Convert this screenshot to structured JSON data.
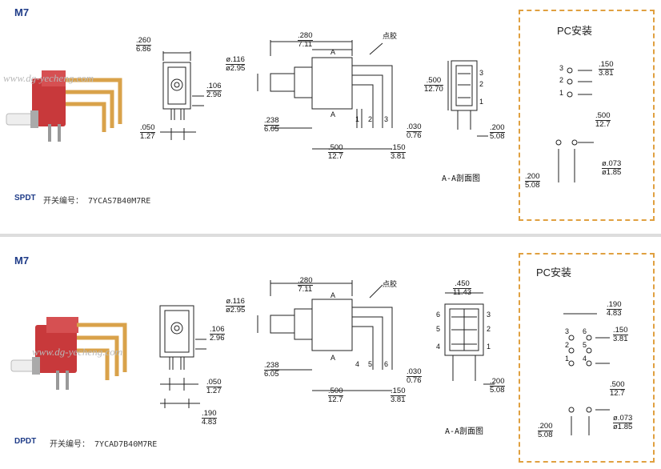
{
  "top": {
    "model": "M7",
    "pole": "SPDT",
    "part_prefix": "开关编号：",
    "part_number": "7YCAS7B40M7RE",
    "watermark": "www.dg-yecheng.com",
    "pc_title": "PC安装",
    "section_caption": "A-A剖面图",
    "glue_label": "点胶",
    "dims": {
      "width": [
        ".260",
        "6.86"
      ],
      "pin_w": [
        ".106",
        "2.96"
      ],
      "pin_sp": [
        ".050",
        "1.27"
      ],
      "body": [
        ".280",
        "7.11"
      ],
      "shaft": [
        "ø.116",
        "ø2.95"
      ],
      "bush": [
        ".238",
        "6.05"
      ],
      "pitch1": [
        ".500",
        "12.7"
      ],
      "pitch2": [
        ".150",
        "3.81"
      ],
      "pin_t": [
        ".030",
        "0.76"
      ],
      "sec_h": [
        ".500",
        "12.70"
      ],
      "sec_pin": [
        ".200",
        "5.08"
      ],
      "pc_sp": [
        ".150",
        "3.81"
      ],
      "pc_pitch": [
        ".500",
        "12.7"
      ],
      "pc_hole": [
        "ø.073",
        "ø1.85"
      ],
      "pc_off": [
        ".200",
        "5.08"
      ]
    },
    "pins_section": [
      "3",
      "2",
      "1"
    ],
    "pins_side": [
      "1",
      "2",
      "3"
    ],
    "pc_pins": [
      "3",
      "2",
      "1"
    ],
    "section_marks": [
      "A",
      "A"
    ]
  },
  "bottom": {
    "model": "M7",
    "pole": "DPDT",
    "part_prefix": "开关编号：",
    "part_number": "7YCAD7B40M7RE",
    "watermark": "www.dg-yecheng.com",
    "pc_title": "PC安装",
    "section_caption": "A-A剖面图",
    "glue_label": "点胶",
    "dims": {
      "pin_w": [
        ".106",
        "2.96"
      ],
      "pin_sp": [
        ".050",
        "1.27"
      ],
      "pin_sp2": [
        ".190",
        "4.83"
      ],
      "body": [
        ".280",
        "7.11"
      ],
      "shaft": [
        "ø.116",
        "ø2.95"
      ],
      "bush": [
        ".238",
        "6.05"
      ],
      "pitch1": [
        ".500",
        "12.7"
      ],
      "pitch2": [
        ".150",
        "3.81"
      ],
      "pin_t": [
        ".030",
        "0.76"
      ],
      "sec_w": [
        ".450",
        "11.43"
      ],
      "sec_pin": [
        ".200",
        "5.08"
      ],
      "pc_w": [
        ".190",
        "4.83"
      ],
      "pc_sp": [
        ".150",
        "3.81"
      ],
      "pc_pitch": [
        ".500",
        "12.7"
      ],
      "pc_hole": [
        "ø.073",
        "ø1.85"
      ],
      "pc_off": [
        ".200",
        "5.08"
      ]
    },
    "pins_section_l": [
      "6",
      "5",
      "4"
    ],
    "pins_section_r": [
      "3",
      "2",
      "1"
    ],
    "pins_side": [
      "4",
      "5",
      "6"
    ],
    "pc_pins_l": [
      "3",
      "2",
      "1"
    ],
    "pc_pins_r": [
      "6",
      "5",
      "4"
    ],
    "section_marks": [
      "A",
      "A"
    ]
  },
  "colors": {
    "switch_red": "#c8393b",
    "pin_gold": "#d9a24a",
    "dashed": "#e0a040",
    "label_blue": "#1f3c88"
  }
}
